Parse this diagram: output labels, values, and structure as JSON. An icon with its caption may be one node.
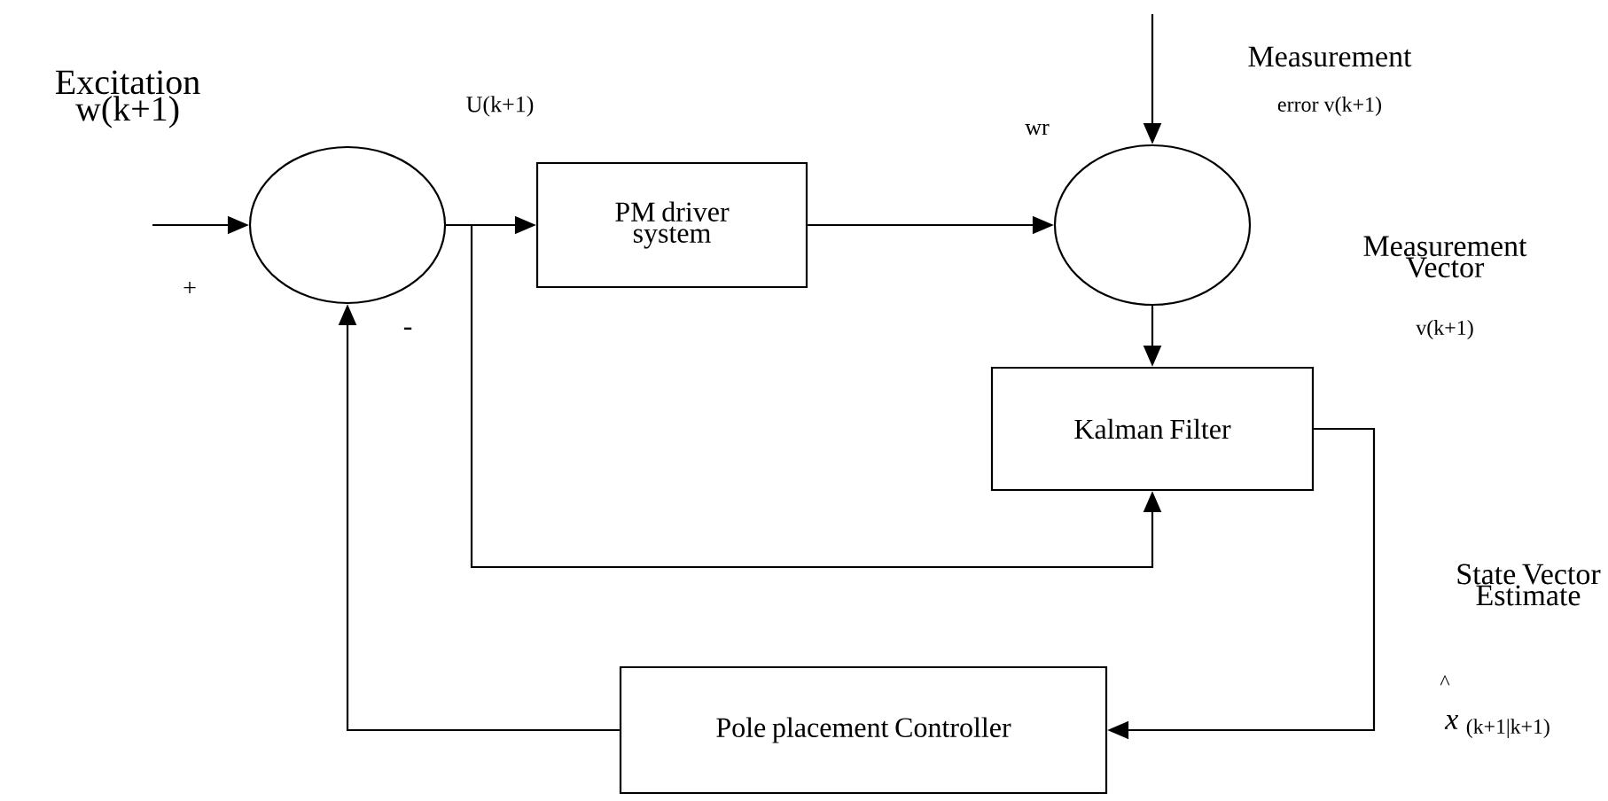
{
  "diagram": {
    "nodes": [
      {
        "text": [],
        "shape": "circle"
      },
      {
        "text": [
          "PM driver system"
        ]
      },
      {
        "text": [],
        "shape": "circle"
      },
      {
        "text": [
          "Kalman Filter"
        ]
      },
      {
        "text": [
          "Pole placement Controller"
        ]
      }
    ],
    "edges": [
      {
        "from": null,
        "to": 0,
        "arrow": "to"
      },
      {
        "from": 0,
        "to": 1,
        "arrow": "to"
      },
      {
        "from": 1,
        "to": 2,
        "arrow": "to"
      },
      {
        "from": null,
        "to": 2,
        "arrow": "to"
      },
      {
        "from": 2,
        "to": 3,
        "arrow": "to"
      },
      {
        "from": 0,
        "to": 3,
        "arrow": "to"
      },
      {
        "from": 3,
        "to": 4,
        "arrow": "to"
      },
      {
        "from": 4,
        "to": 0,
        "arrow": "to"
      }
    ],
    "labels": [
      "Excitation w(k+1)",
      "+",
      "-",
      "U(k+1)",
      "wr",
      "Measurement",
      "error v(k+1)",
      "Measurement Vector",
      "v(k+1)",
      "State Vector Estimate",
      "^",
      "*x* $_{(k+1|k+1)}$"
    ]
  }
}
